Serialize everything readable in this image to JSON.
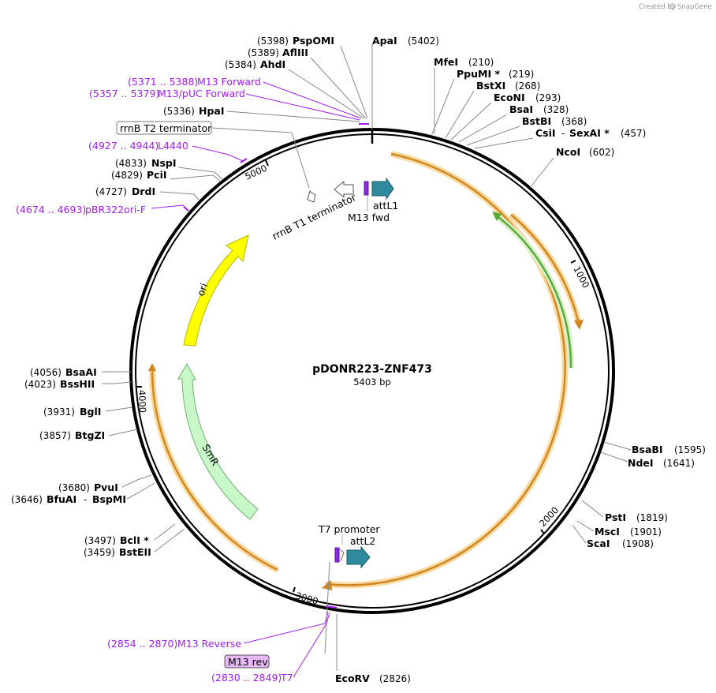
{
  "credit": {
    "prefix": "Created by",
    "brand": "SnapGene"
  },
  "plasmid": {
    "name": "pDONR223-ZNF473",
    "size": "5403 bp"
  },
  "ticks": [
    "1000",
    "2000",
    "3000",
    "4000",
    "5000"
  ],
  "enzymes": {
    "pspomi": {
      "name": "PspOMI",
      "pos": "(5398)"
    },
    "aflii": {
      "name": "AflIII",
      "pos": "(5389)"
    },
    "ahdi": {
      "name": "AhdI",
      "pos": "(5384)"
    },
    "hpai": {
      "name": "HpaI",
      "pos": "(5336)"
    },
    "apai": {
      "name": "ApaI",
      "pos": "(5402)"
    },
    "mfei": {
      "name": "MfeI",
      "pos": "(210)"
    },
    "ppumi": {
      "name": "PpuMI *",
      "pos": "(219)"
    },
    "bstxi": {
      "name": "BstXI",
      "pos": "(268)"
    },
    "econi": {
      "name": "EcoNI",
      "pos": "(293)"
    },
    "bsai": {
      "name": "BsaI",
      "pos": "(328)"
    },
    "bstbi": {
      "name": "BstBI",
      "pos": "(368)"
    },
    "csii": {
      "name": "CsiI",
      "sep": "-",
      "name2": "SexAI *",
      "pos": "(457)"
    },
    "ncoi": {
      "name": "NcoI",
      "pos": "(602)"
    },
    "nspi": {
      "name": "NspI",
      "pos": "(4833)"
    },
    "pcii": {
      "name": "PciI",
      "pos": "(4829)"
    },
    "drdi": {
      "name": "DrdI",
      "pos": "(4727)"
    },
    "bsaai": {
      "name": "BsaAI",
      "pos": "(4056)"
    },
    "bsshii": {
      "name": "BssHII",
      "pos": "(4023)"
    },
    "bgli": {
      "name": "BglI",
      "pos": "(3931)"
    },
    "btgzi": {
      "name": "BtgZI",
      "pos": "(3857)"
    },
    "pvui": {
      "name": "PvuI",
      "pos": "(3680)"
    },
    "bfuai": {
      "name": "BfuAI",
      "sep": "-",
      "name2": "BspMI",
      "pos": "(3646)"
    },
    "bcli": {
      "name": "BclI *",
      "pos": "(3497)"
    },
    "bsteii": {
      "name": "BstEII",
      "pos": "(3459)"
    },
    "bsabi": {
      "name": "BsaBI",
      "pos": "(1595)"
    },
    "ndei": {
      "name": "NdeI",
      "pos": "(1641)"
    },
    "psti": {
      "name": "PstI",
      "pos": "(1819)"
    },
    "msci": {
      "name": "MscI",
      "pos": "(1901)"
    },
    "scai": {
      "name": "ScaI",
      "pos": "(1908)"
    },
    "ecorv": {
      "name": "EcoRV",
      "pos": "(2826)"
    }
  },
  "primers": {
    "m13fwd": {
      "range": "(5371 .. 5388)",
      "name": "M13 Forward"
    },
    "m13puc": {
      "range": "(5357 .. 5379)",
      "name": "M13/pUC Forward"
    },
    "l4440": {
      "range": "(4927 .. 4944)",
      "name": "L4440"
    },
    "pbr322": {
      "range": "(4674 .. 4693)",
      "name": "pBR322ori-F"
    },
    "m13rev": {
      "range": "(2854 .. 2870)",
      "name": "M13 Reverse"
    },
    "t7": {
      "range": "(2830 .. 2849)",
      "name": "T7"
    }
  },
  "features": {
    "rrnb_t2": "rrnB T2 terminator",
    "rrnb_t1": "rrnB T1 terminator",
    "attl1": "attL1",
    "m13fwd_feat": "M13 fwd",
    "t7_promoter": "T7 promoter",
    "attl2": "attL2",
    "m13rev_feat": "M13 rev",
    "ori": "ori",
    "smr": "SmR"
  },
  "colors": {
    "orf": "#e8a23a",
    "orf_glow": "#fbd9a0",
    "ori": "#ffff00",
    "smr": "#c8f7c8",
    "att": "#2f8a9e",
    "primer": "#a020f0",
    "green_orf": "#5ca83a"
  }
}
